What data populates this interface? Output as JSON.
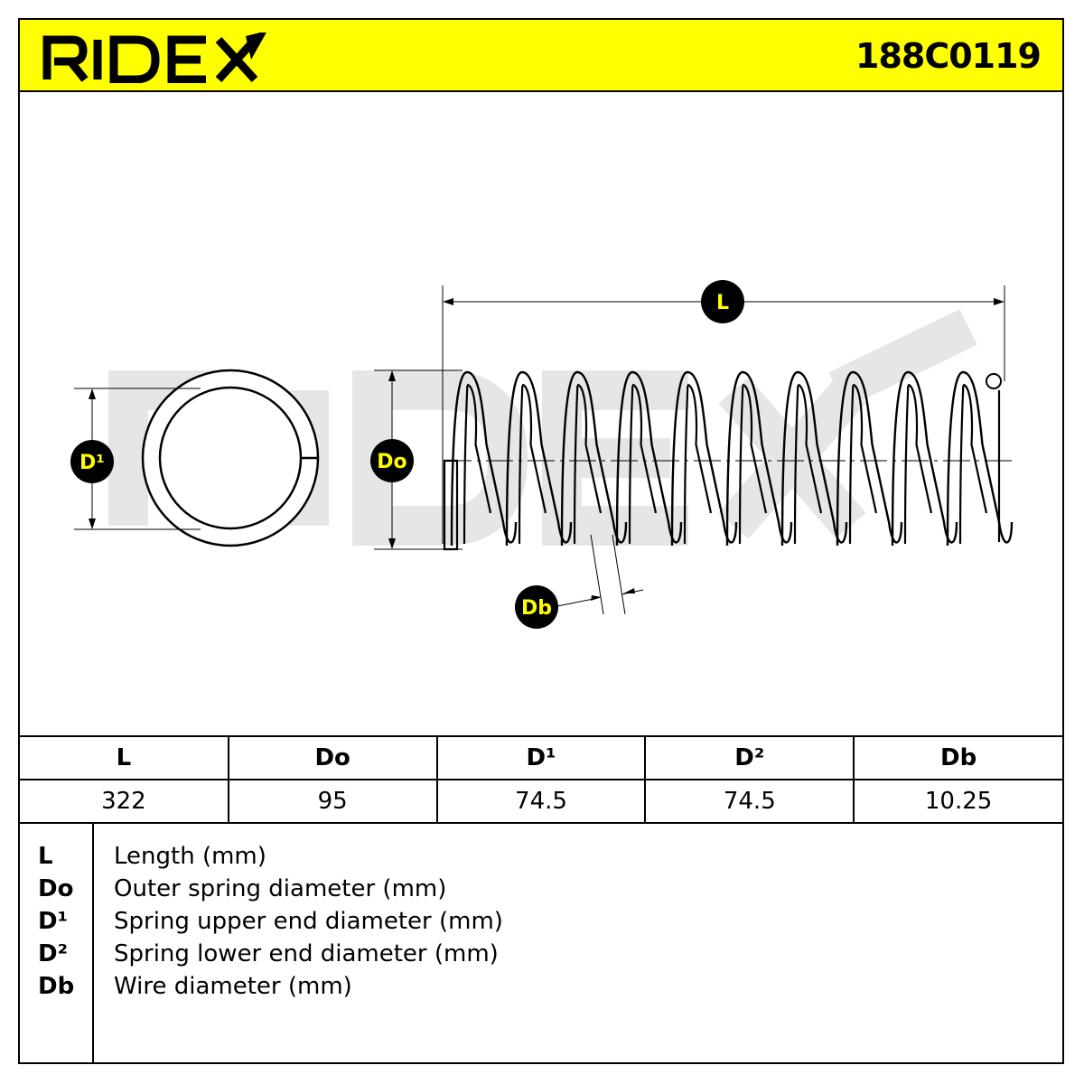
{
  "header": {
    "brand": "RIDEX",
    "part_number": "188C0119",
    "accent_color": "#ffff00"
  },
  "drawing": {
    "watermark": "RIDEX",
    "labels": {
      "length": "L",
      "outer_diameter": "Do",
      "upper_end_diameter": "D¹",
      "wire_diameter": "Db"
    }
  },
  "specs": {
    "headers": [
      "L",
      "Do",
      "D¹",
      "D²",
      "Db"
    ],
    "values": [
      "322",
      "95",
      "74.5",
      "74.5",
      "10.25"
    ]
  },
  "legend": [
    {
      "key": "L",
      "desc": "Length (mm)"
    },
    {
      "key": "Do",
      "desc": "Outer spring diameter (mm)"
    },
    {
      "key": "D¹",
      "desc": "Spring upper end diameter (mm)"
    },
    {
      "key": "D²",
      "desc": "Spring lower end diameter (mm)"
    },
    {
      "key": "Db",
      "desc": "Wire diameter (mm)"
    }
  ]
}
